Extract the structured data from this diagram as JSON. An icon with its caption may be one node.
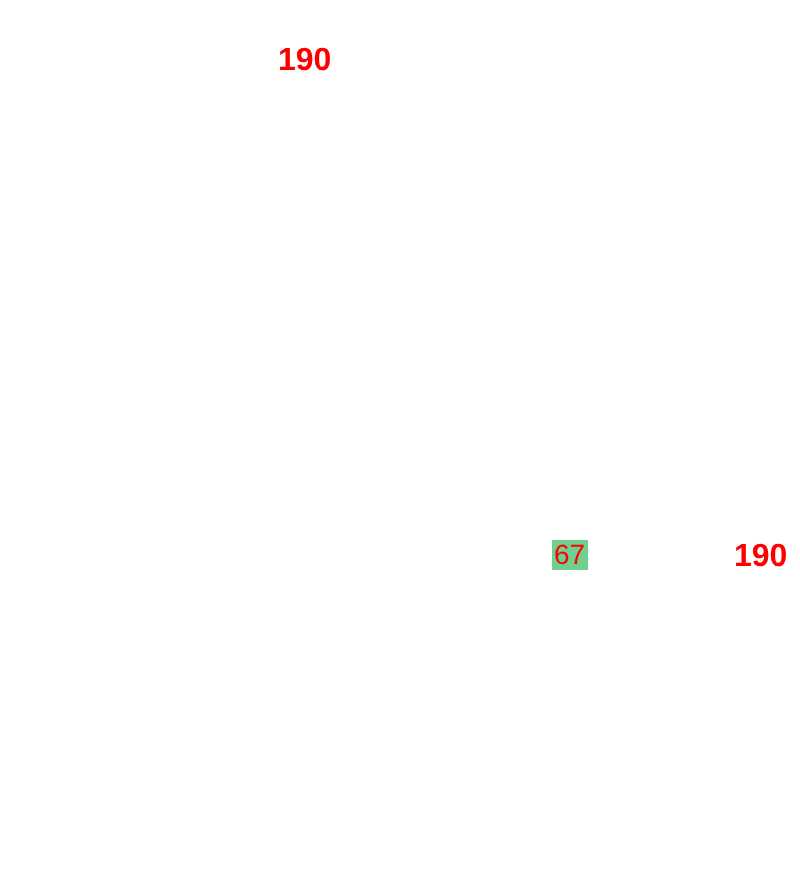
{
  "diagram": {
    "nodes": [
      {
        "text": [
          "67"
        ]
      }
    ],
    "labels": [
      "190",
      "190"
    ]
  }
}
